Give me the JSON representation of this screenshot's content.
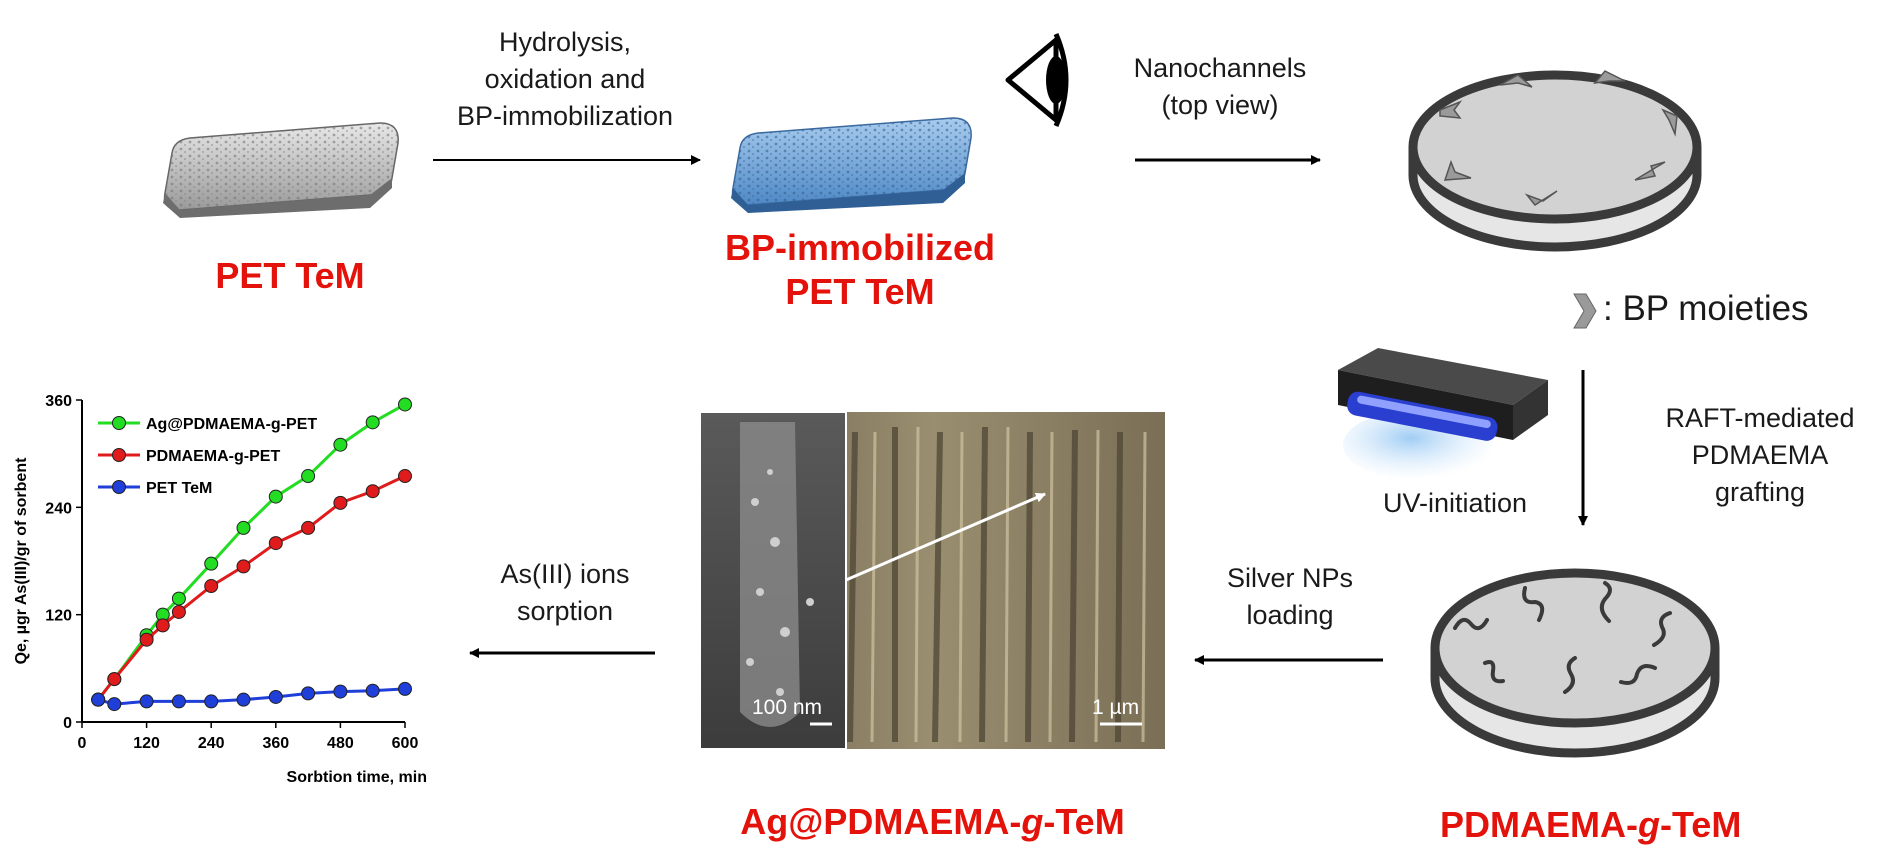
{
  "steps": {
    "hydrolysis": [
      "Hydrolysis,",
      "oxidation  and",
      "BP-immobilization"
    ],
    "nanochannels": [
      "Nanochannels",
      "(top view)"
    ],
    "raft": [
      "RAFT-mediated",
      "PDMAEMA",
      "grafting"
    ],
    "uv": "UV-initiation",
    "silver": [
      "Silver NPs",
      "loading"
    ],
    "sorption": [
      "As(III) ions",
      "sorption"
    ]
  },
  "labels": {
    "pet_tem": "PET TeM",
    "bp_immobilized": [
      "BP-immobilized",
      "PET TeM"
    ],
    "ag_pdmaema": {
      "pre": "Ag@PDMAEMA-",
      "g": "g",
      "post": "-TeM"
    },
    "pdmaema": {
      "pre": "PDMAEMA-",
      "g": "g",
      "post": "-TeM"
    }
  },
  "legend_bp": ": BP moieties",
  "sem": {
    "scale_left": "100 nm",
    "scale_right": "1 µm"
  },
  "colors": {
    "red_label": "#e3120b",
    "green": "#22dd22",
    "red": "#e01b1b",
    "blue": "#1f3fd8"
  },
  "icons": [
    "eye-icon",
    "uv-lamp-icon",
    "bp-moiety-icon"
  ],
  "chart_data": {
    "type": "line",
    "xlabel": "Sorbtion time, min",
    "ylabel": "Qe, µgr As(III)/gr of sorbent",
    "xlim": [
      0,
      600
    ],
    "ylim": [
      0,
      360
    ],
    "xticks": [
      0,
      120,
      240,
      360,
      480,
      600
    ],
    "yticks": [
      0,
      120,
      240,
      360
    ],
    "legend_position": "top-left",
    "grid": false,
    "series": [
      {
        "name": "Ag@PDMAEMA-g-PET",
        "color": "#22dd22",
        "x": [
          30,
          60,
          120,
          150,
          180,
          240,
          300,
          360,
          420,
          480,
          540,
          600
        ],
        "y": [
          25,
          48,
          97,
          120,
          138,
          177,
          217,
          252,
          275,
          310,
          335,
          355
        ]
      },
      {
        "name": "PDMAEMA-g-PET",
        "color": "#e01b1b",
        "x": [
          30,
          60,
          120,
          150,
          180,
          240,
          300,
          360,
          420,
          480,
          540,
          600
        ],
        "y": [
          25,
          48,
          92,
          108,
          123,
          152,
          174,
          200,
          217,
          245,
          258,
          275
        ]
      },
      {
        "name": "PET TeM",
        "color": "#1f3fd8",
        "x": [
          30,
          60,
          120,
          180,
          240,
          300,
          360,
          420,
          480,
          540,
          600
        ],
        "y": [
          25,
          20,
          23,
          23,
          23,
          25,
          28,
          32,
          34,
          35,
          37
        ]
      }
    ]
  }
}
